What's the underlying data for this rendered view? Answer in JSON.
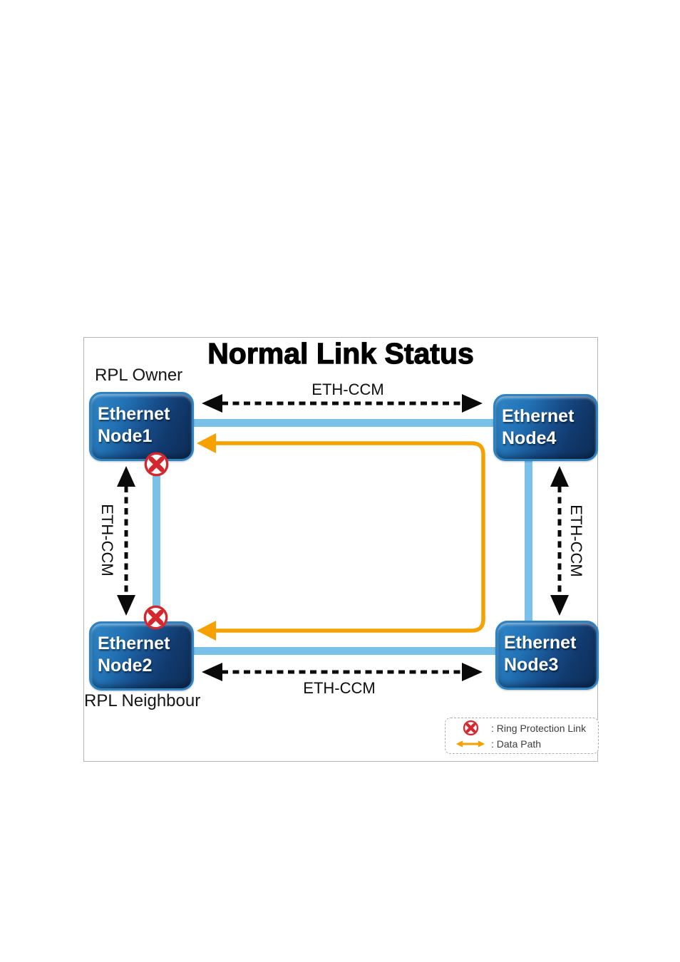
{
  "diagram": {
    "title": "Normal Link Status",
    "rpl_owner_label": "RPL Owner",
    "rpl_neighbour_label": "RPL Neighbour",
    "nodes": {
      "node1": {
        "line1": "Ethernet",
        "line2": "Node1"
      },
      "node2": {
        "line1": "Ethernet",
        "line2": "Node2"
      },
      "node3": {
        "line1": "Ethernet",
        "line2": "Node3"
      },
      "node4": {
        "line1": "Ethernet",
        "line2": "Node4"
      }
    },
    "ccm_top": "ETH-CCM",
    "ccm_bottom": "ETH-CCM",
    "ccm_left": "ETH-CCM",
    "ccm_right": "ETH-CCM",
    "legend": {
      "ring_protection_label": ": Ring Protection Link",
      "data_path_label": ": Data Path"
    },
    "colors": {
      "ring_link_blue": "#79C1E9",
      "data_path_orange": "#F7A101",
      "rpl_red": "#D4282E",
      "node_border_blue": "#2E83C3",
      "node_blue_top": "#3E94D1",
      "node_blue_mid": "#1D61A4",
      "node_blue_dark": "#0D2C55",
      "arrow_black": "#0A0A0A",
      "frame_border_gray": "#B5B5B5",
      "legend_border_gray": "#ADADAD"
    }
  }
}
